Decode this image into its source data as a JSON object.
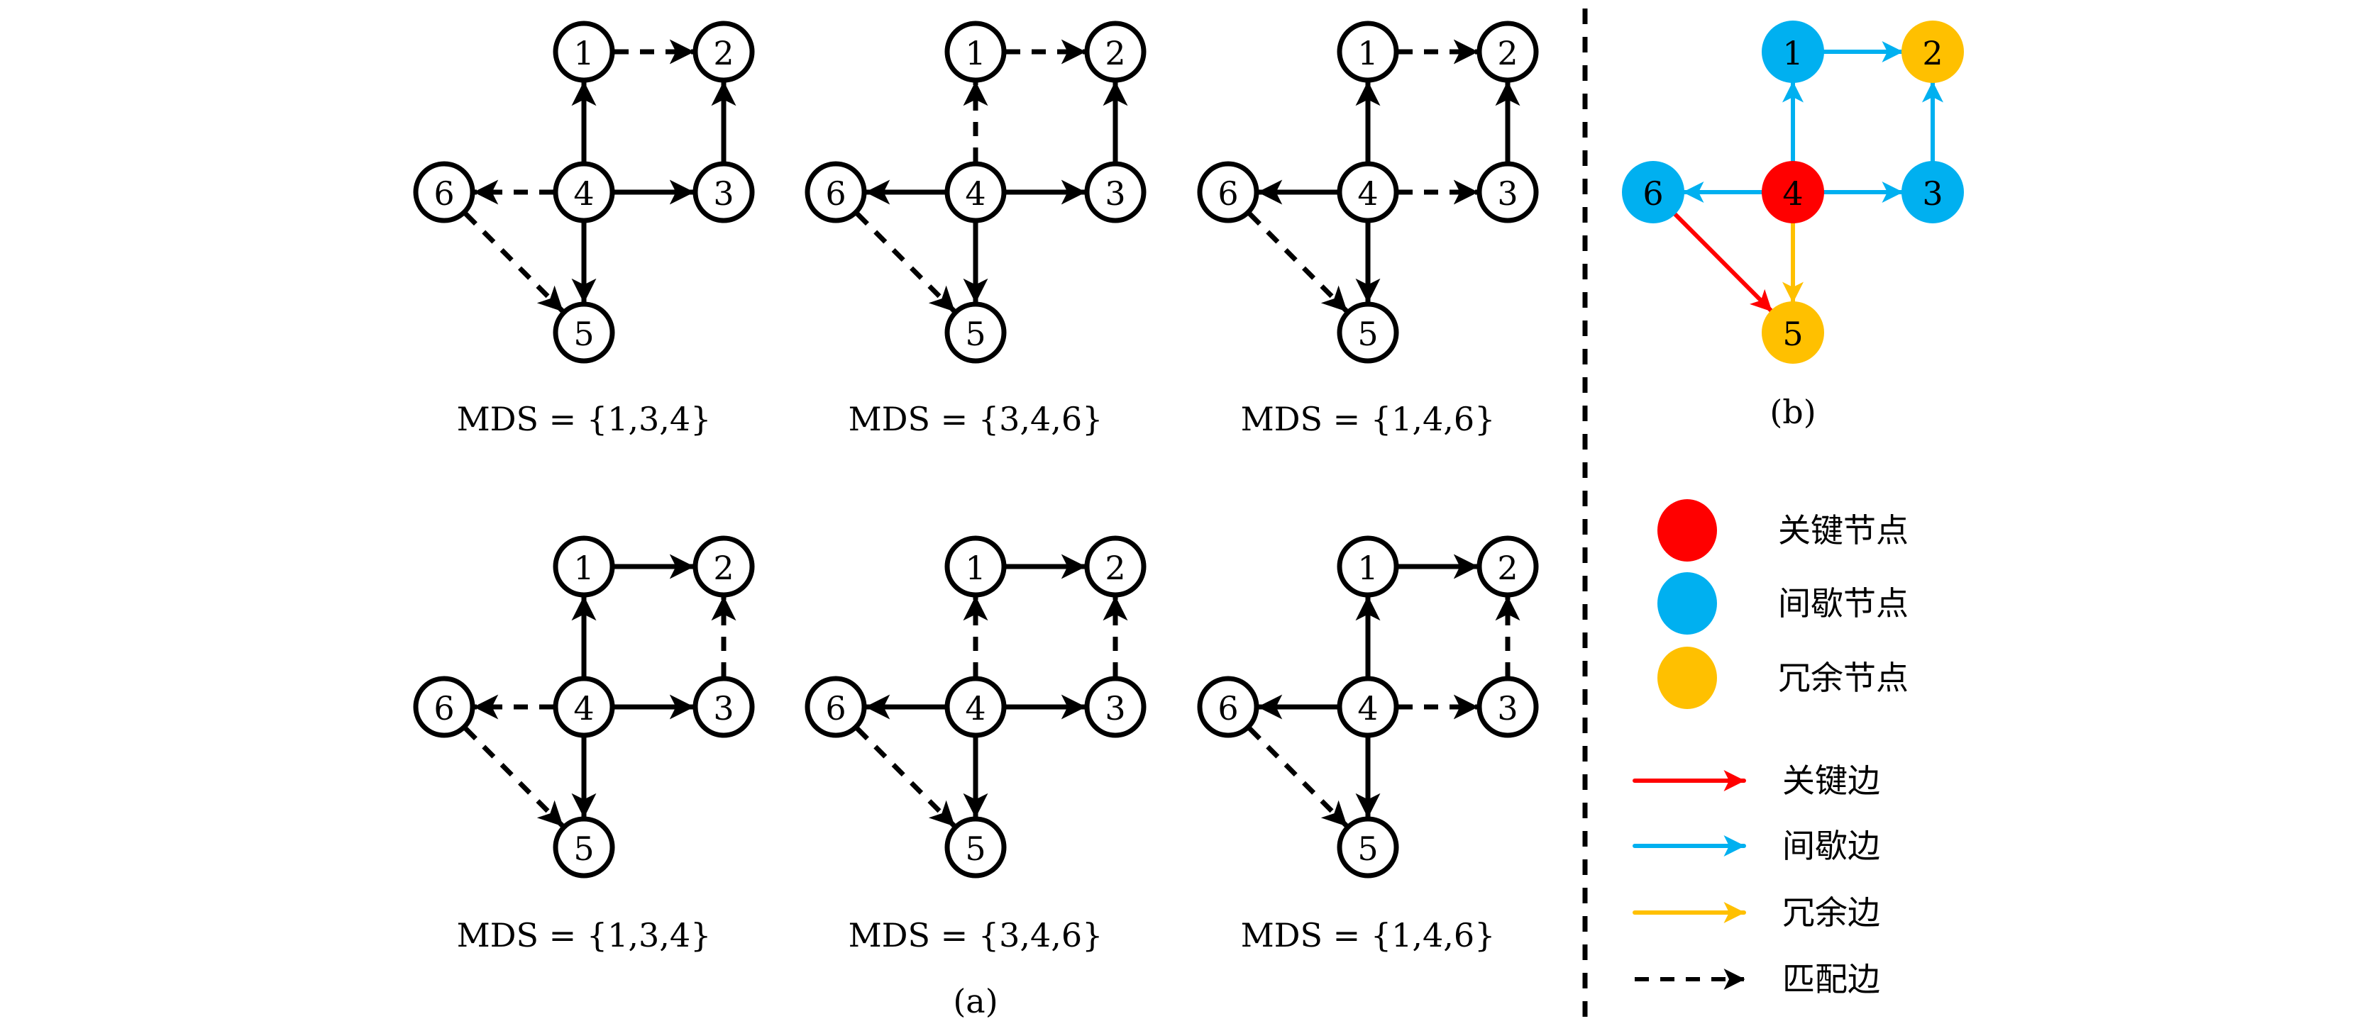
{
  "figure": {
    "panel_a": {
      "caption": "(a)",
      "graphs": [
        {
          "mds_label": "MDS = {1,3,4}",
          "edges": [
            {
              "from": 1,
              "to": 2,
              "style": "dashed"
            },
            {
              "from": 4,
              "to": 1,
              "style": "solid"
            },
            {
              "from": 3,
              "to": 2,
              "style": "solid"
            },
            {
              "from": 4,
              "to": 6,
              "style": "dashed"
            },
            {
              "from": 4,
              "to": 3,
              "style": "solid"
            },
            {
              "from": 4,
              "to": 5,
              "style": "solid"
            },
            {
              "from": 6,
              "to": 5,
              "style": "dashed"
            }
          ]
        },
        {
          "mds_label": "MDS = {3,4,6}",
          "edges": [
            {
              "from": 1,
              "to": 2,
              "style": "dashed"
            },
            {
              "from": 4,
              "to": 1,
              "style": "dashed"
            },
            {
              "from": 3,
              "to": 2,
              "style": "solid"
            },
            {
              "from": 4,
              "to": 6,
              "style": "solid"
            },
            {
              "from": 4,
              "to": 3,
              "style": "solid"
            },
            {
              "from": 4,
              "to": 5,
              "style": "solid"
            },
            {
              "from": 6,
              "to": 5,
              "style": "dashed"
            }
          ]
        },
        {
          "mds_label": "MDS = {1,4,6}",
          "edges": [
            {
              "from": 1,
              "to": 2,
              "style": "dashed"
            },
            {
              "from": 4,
              "to": 1,
              "style": "solid"
            },
            {
              "from": 3,
              "to": 2,
              "style": "solid"
            },
            {
              "from": 4,
              "to": 6,
              "style": "solid"
            },
            {
              "from": 4,
              "to": 3,
              "style": "dashed"
            },
            {
              "from": 4,
              "to": 5,
              "style": "solid"
            },
            {
              "from": 6,
              "to": 5,
              "style": "dashed"
            }
          ]
        },
        {
          "mds_label": "MDS = {1,3,4}",
          "edges": [
            {
              "from": 1,
              "to": 2,
              "style": "solid"
            },
            {
              "from": 4,
              "to": 1,
              "style": "solid"
            },
            {
              "from": 3,
              "to": 2,
              "style": "dashed"
            },
            {
              "from": 4,
              "to": 6,
              "style": "dashed"
            },
            {
              "from": 4,
              "to": 3,
              "style": "solid"
            },
            {
              "from": 4,
              "to": 5,
              "style": "solid"
            },
            {
              "from": 6,
              "to": 5,
              "style": "dashed"
            }
          ]
        },
        {
          "mds_label": "MDS = {3,4,6}",
          "edges": [
            {
              "from": 1,
              "to": 2,
              "style": "solid"
            },
            {
              "from": 4,
              "to": 1,
              "style": "dashed"
            },
            {
              "from": 3,
              "to": 2,
              "style": "dashed"
            },
            {
              "from": 4,
              "to": 6,
              "style": "solid"
            },
            {
              "from": 4,
              "to": 3,
              "style": "solid"
            },
            {
              "from": 4,
              "to": 5,
              "style": "solid"
            },
            {
              "from": 6,
              "to": 5,
              "style": "dashed"
            }
          ]
        },
        {
          "mds_label": "MDS = {1,4,6}",
          "edges": [
            {
              "from": 1,
              "to": 2,
              "style": "solid"
            },
            {
              "from": 4,
              "to": 1,
              "style": "solid"
            },
            {
              "from": 3,
              "to": 2,
              "style": "dashed"
            },
            {
              "from": 4,
              "to": 6,
              "style": "solid"
            },
            {
              "from": 4,
              "to": 3,
              "style": "dashed"
            },
            {
              "from": 4,
              "to": 5,
              "style": "solid"
            },
            {
              "from": 6,
              "to": 5,
              "style": "dashed"
            }
          ]
        }
      ]
    },
    "panel_b": {
      "caption": "(b)",
      "nodes": [
        {
          "id": 1,
          "type": "intermittent"
        },
        {
          "id": 2,
          "type": "redundant"
        },
        {
          "id": 3,
          "type": "intermittent"
        },
        {
          "id": 4,
          "type": "critical"
        },
        {
          "id": 5,
          "type": "redundant"
        },
        {
          "id": 6,
          "type": "intermittent"
        }
      ],
      "edges": [
        {
          "from": 1,
          "to": 2,
          "type": "intermittent"
        },
        {
          "from": 4,
          "to": 1,
          "type": "intermittent"
        },
        {
          "from": 3,
          "to": 2,
          "type": "intermittent"
        },
        {
          "from": 4,
          "to": 6,
          "type": "intermittent"
        },
        {
          "from": 4,
          "to": 3,
          "type": "intermittent"
        },
        {
          "from": 4,
          "to": 5,
          "type": "redundant"
        },
        {
          "from": 6,
          "to": 5,
          "type": "critical"
        }
      ]
    },
    "legend": {
      "nodes": [
        {
          "type": "critical",
          "label": "关键节点"
        },
        {
          "type": "intermittent",
          "label": "间歇节点"
        },
        {
          "type": "redundant",
          "label": "冗余节点"
        }
      ],
      "edges": [
        {
          "type": "critical",
          "label": "关键边",
          "style": "solid"
        },
        {
          "type": "intermittent",
          "label": "间歇边",
          "style": "solid"
        },
        {
          "type": "redundant",
          "label": "冗余边",
          "style": "solid"
        },
        {
          "type": "matching",
          "label": "匹配边",
          "style": "dashed"
        }
      ]
    },
    "colors": {
      "critical": "#ff0000",
      "intermittent": "#00b0f0",
      "redundant": "#ffc000",
      "matching": "#000000",
      "outline": "#000000"
    }
  }
}
